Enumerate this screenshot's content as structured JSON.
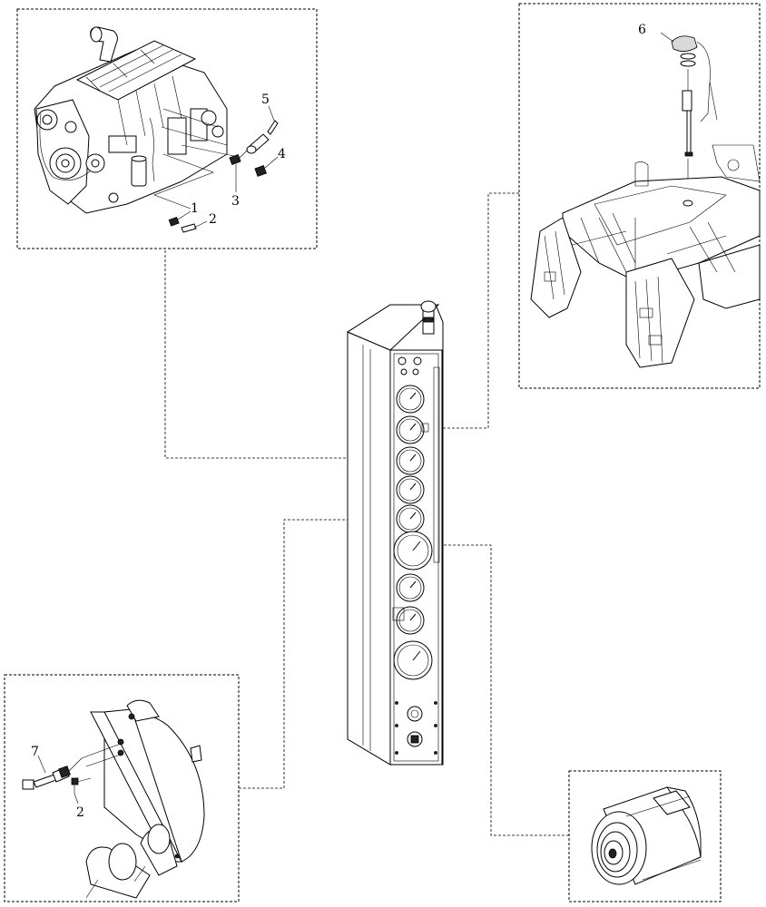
{
  "callouts": {
    "c1": "1",
    "c2": "2",
    "c3": "3",
    "c4": "4",
    "c5": "5",
    "c6": "6",
    "c7": "7",
    "c2b": "2"
  }
}
